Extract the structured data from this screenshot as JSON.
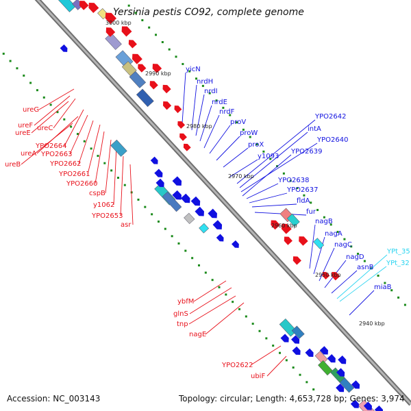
{
  "title": "Yersinia pestis CO92, complete genome",
  "footer": {
    "accession": "Accession: NC_003143",
    "topology": "Topology: circular; Length: 4,653,728 bp; Genes: 3,974"
  },
  "colors": {
    "backbone": "#8a8a8a",
    "forward_gene": "#e8101a",
    "reverse_gene": "#1010e0",
    "rna_gene": "#2ad4f0",
    "tick": "#1a8a1a"
  },
  "kbp_labels": [
    "3000 kbp",
    "2990 kbp",
    "2980 kbp",
    "2970 kbp",
    "2960 kbp",
    "2950 kbp",
    "2940 kbp"
  ],
  "forward_labels": [
    "ureG",
    "ureF",
    "ureE",
    "ureC",
    "YPO2664",
    "YPO2663",
    "ureA",
    "ureB",
    "YPO2662",
    "YPO2661",
    "YPO2660",
    "cspB",
    "y1062",
    "YPO2653",
    "asr",
    "ybfM",
    "glnS",
    "tnp",
    "nagE",
    "YPO2622",
    "ubiF"
  ],
  "reverse_labels": [
    "yicN",
    "nrdH",
    "nrdI",
    "nrdE",
    "nrdF",
    "proV",
    "proW",
    "proX",
    "y1093",
    "YPO2642",
    "intA",
    "YPO2640",
    "YPO2639",
    "YPO2638",
    "YPO2637",
    "fldA",
    "fur",
    "nagB",
    "nagA",
    "nagC",
    "nagD",
    "asnB",
    "miaB"
  ],
  "rna_labels": [
    "YPt_35",
    "YPt_32"
  ]
}
